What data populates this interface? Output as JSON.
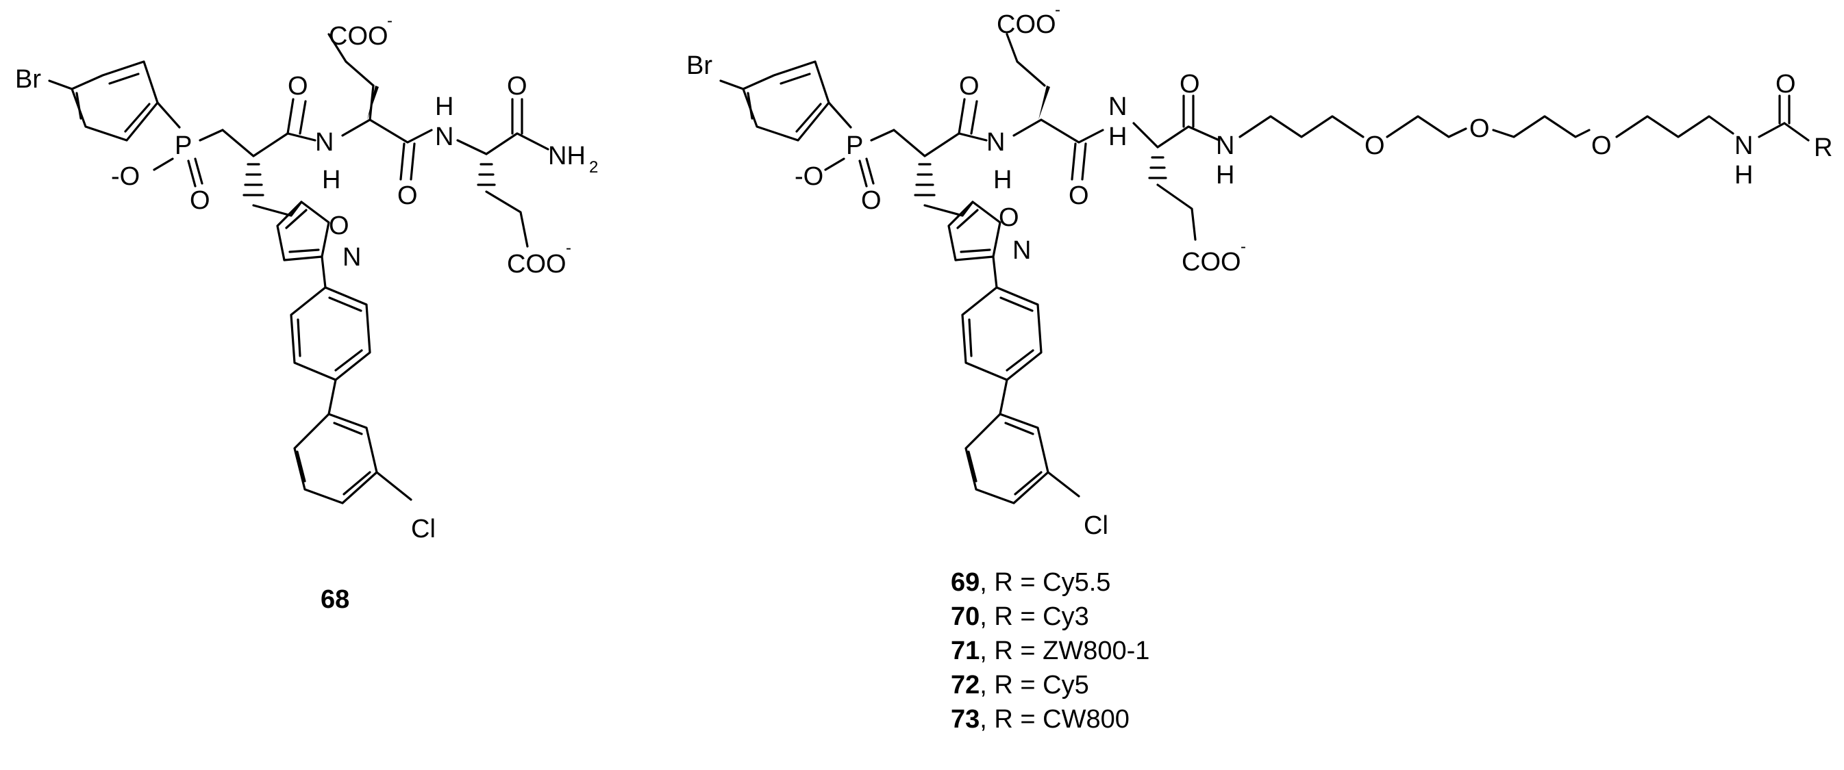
{
  "compound_68": {
    "number": "68",
    "labels": {
      "br": "Br",
      "o_minus": "-O",
      "p": "P",
      "o_p": "O",
      "carbonyl_o1": "O",
      "nh1": "H",
      "n1": "N",
      "coo_top": "COO",
      "coo_top_charge": "-",
      "carbonyl_o2": "O",
      "nh2_h": "H",
      "nh2_n": "N",
      "carbonyl_o3": "O",
      "amide": "NH",
      "amide_sub": "2",
      "coo_bottom": "COO",
      "coo_bottom_charge": "-",
      "isox_o": "O",
      "isox_n": "N",
      "cl": "Cl"
    }
  },
  "compound_69_73": {
    "labels": {
      "br": "Br",
      "o_minus": "-O",
      "p": "P",
      "o_p": "O",
      "carbonyl_o1": "O",
      "nh1_n": "N",
      "nh1_h": "H",
      "coo_top": "COO",
      "coo_top_charge": "-",
      "carbonyl_o2": "O",
      "nh2_n": "N",
      "nh2_h": "H",
      "carbonyl_o3": "O",
      "nh3_n": "N",
      "nh3_h": "H",
      "coo_bottom": "COO",
      "coo_bottom_charge": "-",
      "ether_o1": "O",
      "ether_o2": "O",
      "ether_o3": "O",
      "terminal_o": "O",
      "terminal_n": "N",
      "terminal_h": "H",
      "r": "R",
      "isox_o": "O",
      "isox_n": "N",
      "cl": "Cl"
    },
    "variants": [
      {
        "number": "69",
        "text": ", R = Cy5.5"
      },
      {
        "number": "70",
        "text": ", R = Cy3"
      },
      {
        "number": "71",
        "text": ", R = ZW800-1"
      },
      {
        "number": "72",
        "text": ", R = Cy5"
      },
      {
        "number": "73",
        "text": ", R = CW800"
      }
    ]
  }
}
